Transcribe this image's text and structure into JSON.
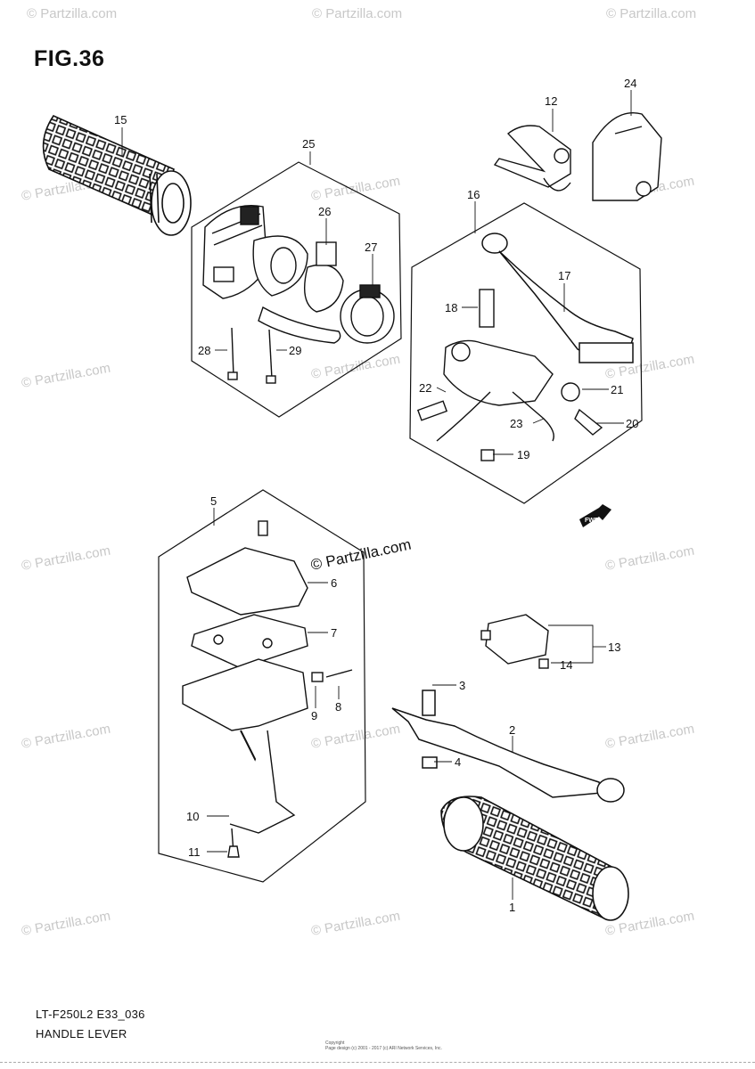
{
  "figure": {
    "title": "FIG.36",
    "code": "LT-F250L2 E33_036",
    "name": "HANDLE LEVER"
  },
  "watermark": {
    "text": "© Partzilla.com",
    "center_text": "© Partzilla.com"
  },
  "fwd_label": "FWD",
  "copyright": {
    "line1": "Copyright",
    "line2": "Page design (c) 2001 - 2017 (c) ARI Network Services, Inc."
  },
  "callouts": {
    "c1": "1",
    "c2": "2",
    "c3": "3",
    "c4": "4",
    "c5": "5",
    "c6": "6",
    "c7": "7",
    "c8": "8",
    "c9": "9",
    "c10": "10",
    "c11": "11",
    "c12": "12",
    "c13": "13",
    "c14": "14",
    "c15": "15",
    "c16": "16",
    "c17": "17",
    "c18": "18",
    "c19": "19",
    "c20": "20",
    "c21": "21",
    "c22": "22",
    "c23": "23",
    "c24": "24",
    "c25": "25",
    "c26": "26",
    "c27": "27",
    "c28": "28",
    "c29": "29"
  }
}
